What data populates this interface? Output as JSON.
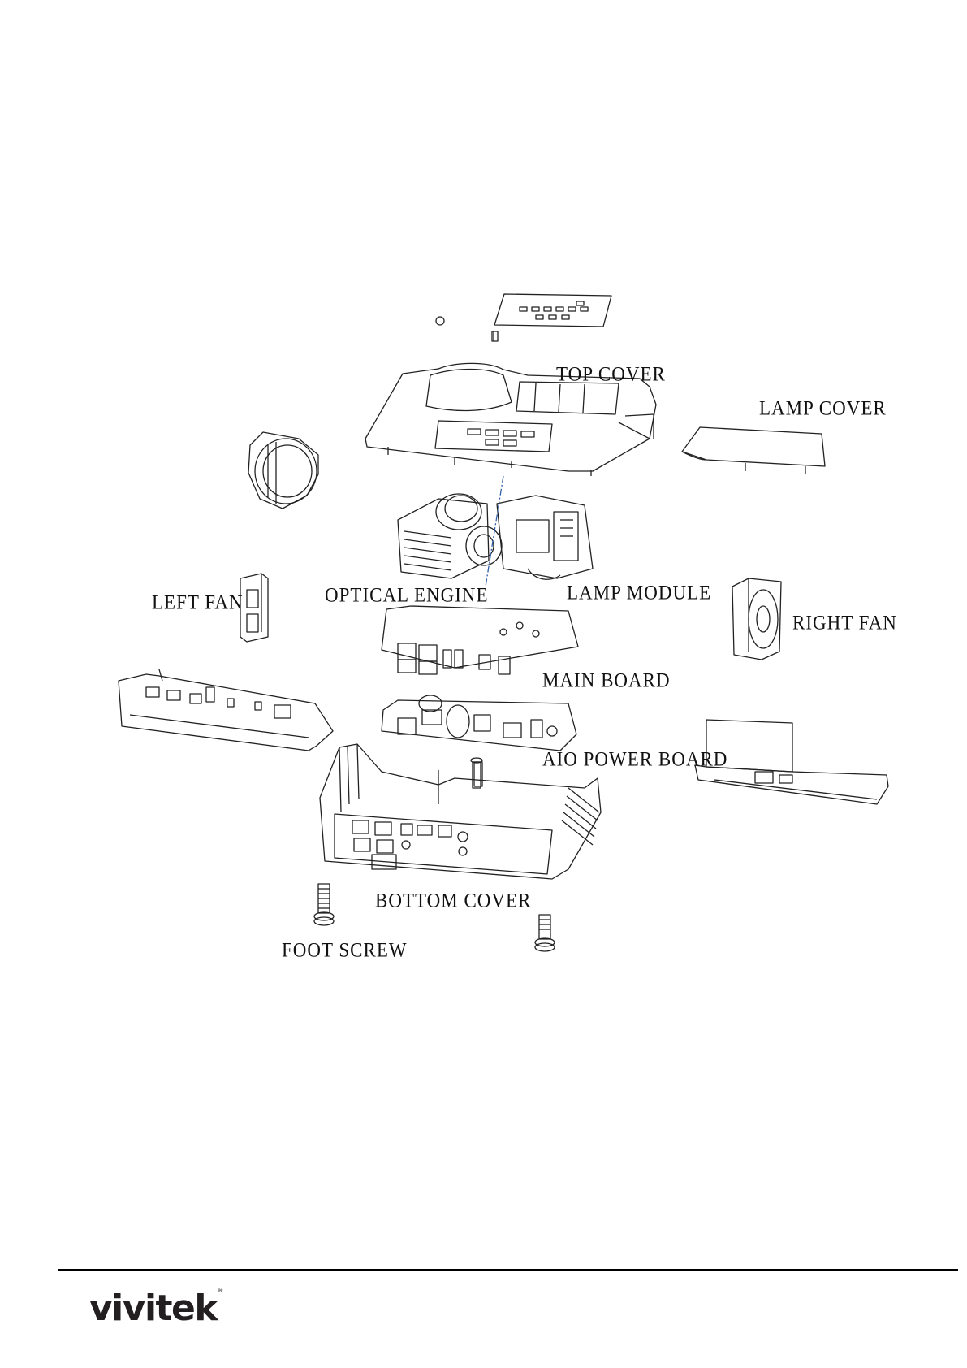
{
  "diagram": {
    "labels": {
      "top_cover": "TOP COVER",
      "lamp_cover": "LAMP COVER",
      "left_fan": "LEFT FAN",
      "optical_engine": "OPTICAL ENGINE",
      "lamp_module": "LAMP MODULE",
      "right_fan": "RIGHT FAN",
      "main_board": "MAIN BOARD",
      "aio_power_board": "AIO POWER BOARD",
      "bottom_cover": "BOTTOM COVER",
      "foot_screw": "FOOT SCREW"
    }
  },
  "footer": {
    "logo_text": "vivitek",
    "logo_mark": "®"
  },
  "colors": {
    "line": "#222222",
    "axis_dash": "#2f5fa8",
    "text": "#111111"
  }
}
